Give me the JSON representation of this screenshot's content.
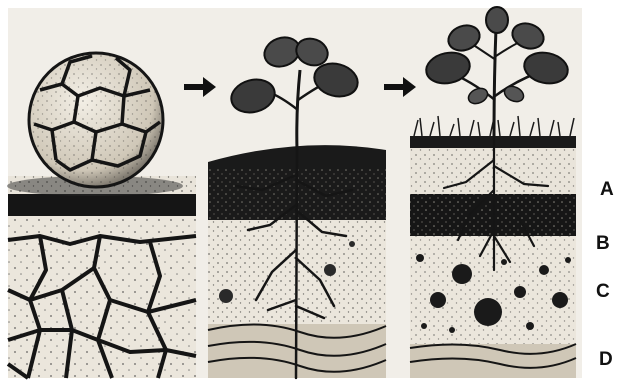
{
  "labels": {
    "a": "A",
    "b": "B",
    "c": "C",
    "d": "D"
  },
  "colors": {
    "ink": "#151515",
    "paper": "#f3f0ea",
    "soil_light": "#e6e0d4",
    "soil_mid": "#cfc7b7",
    "background": "#ffffff"
  }
}
